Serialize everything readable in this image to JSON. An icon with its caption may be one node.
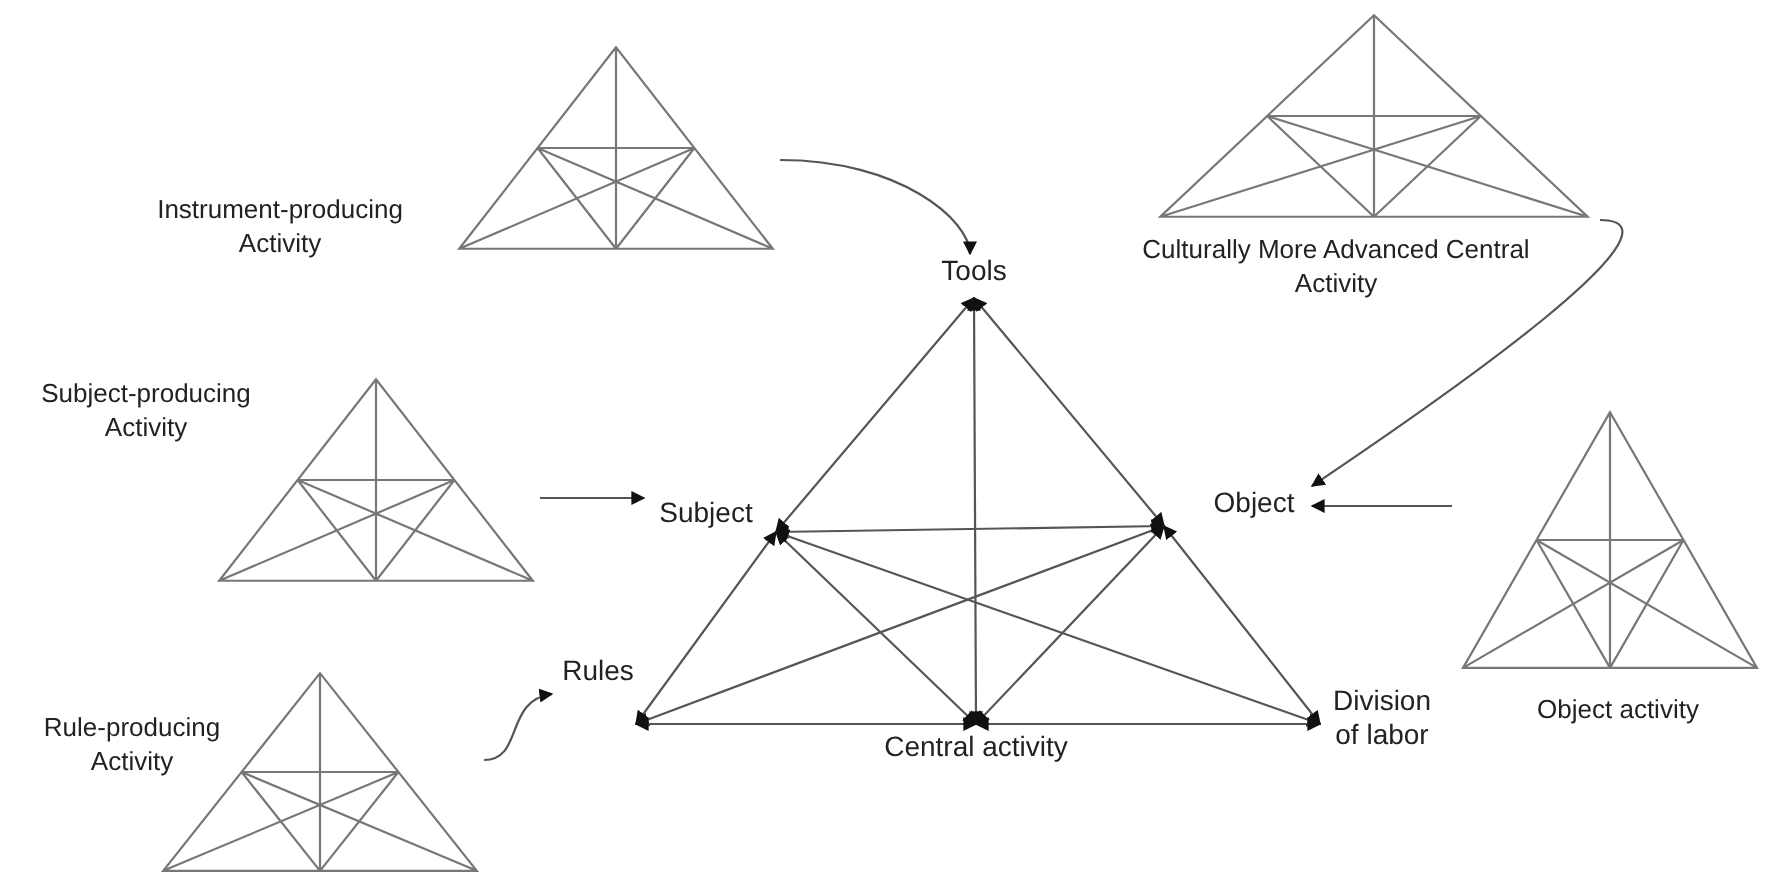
{
  "diagram": {
    "nodes": [
      {
        "text": [
          "Tools"
        ]
      },
      {
        "text": [
          "Subject"
        ]
      },
      {
        "text": [
          "Object"
        ]
      },
      {
        "text": [
          "Rules"
        ]
      },
      {
        "text": [
          "Division of labor"
        ]
      },
      {
        "text": [
          "Central activity"
        ]
      },
      {
        "text": [
          "Instrument-producing Activity"
        ]
      },
      {
        "text": [
          "Culturally More Advanced Central Activity"
        ]
      },
      {
        "text": [
          "Subject-producing Activity"
        ]
      },
      {
        "text": [
          "Object activity"
        ]
      },
      {
        "text": [
          "Rule-producing Activity"
        ]
      }
    ],
    "edges": [
      {
        "from": 1,
        "to": 0,
        "arrow": "both"
      },
      {
        "from": 2,
        "to": 0,
        "arrow": "both"
      },
      {
        "from": 5,
        "to": 0,
        "arrow": "both"
      },
      {
        "from": 2,
        "to": 1,
        "arrow": "both"
      },
      {
        "from": 3,
        "to": 1,
        "arrow": "both"
      },
      {
        "from": 5,
        "to": 1,
        "arrow": "both"
      },
      {
        "from": 4,
        "to": 1,
        "arrow": "both"
      },
      {
        "from": 3,
        "to": 2,
        "arrow": "both"
      },
      {
        "from": 5,
        "to": 2,
        "arrow": "both"
      },
      {
        "from": 4,
        "to": 2,
        "arrow": "both"
      },
      {
        "from": 3,
        "to": 5,
        "arrow": "both"
      },
      {
        "from": 5,
        "to": 4,
        "arrow": "both"
      },
      {
        "from": 6,
        "to": 0,
        "arrow": "to"
      },
      {
        "from": 7,
        "to": 2,
        "arrow": "to"
      },
      {
        "from": 8,
        "to": 1,
        "arrow": "to"
      },
      {
        "from": 9,
        "to": 2,
        "arrow": "to"
      },
      {
        "from": 10,
        "to": 3,
        "arrow": "to"
      }
    ]
  }
}
